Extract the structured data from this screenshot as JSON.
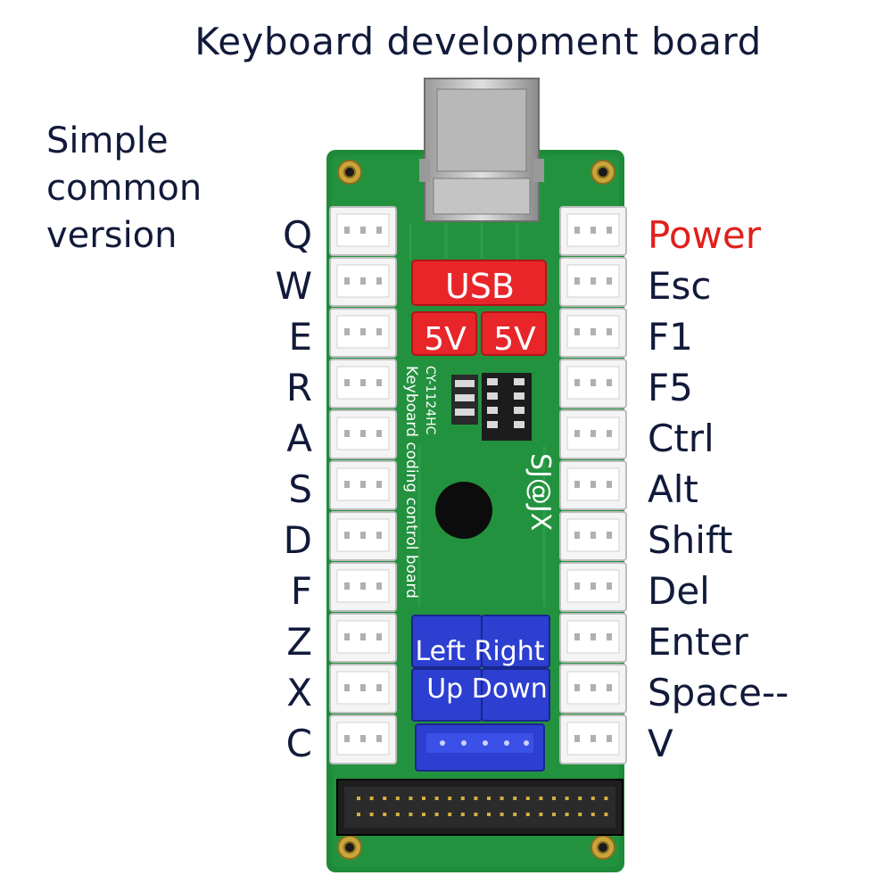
{
  "title": "Keyboard development board",
  "subtitle": [
    "Simple",
    "common",
    "version"
  ],
  "left_labels": [
    "Q",
    "W",
    "E",
    "R",
    "A",
    "S",
    "D",
    "F",
    "Z",
    "X",
    "C"
  ],
  "right_labels": [
    "Power",
    "Esc",
    "F1",
    "F5",
    "Ctrl",
    "Alt",
    "Shift",
    "Del",
    "Enter",
    "Space--",
    "V"
  ],
  "board": {
    "usb_label": "USB",
    "v5_left": "5V",
    "v5_right": "5V",
    "model": "CY-1124HC",
    "description": "Keyboard coding control board",
    "brand": "SJ@JX",
    "dir_line1": "Left Right",
    "dir_line2": "Up Down"
  },
  "colors": {
    "pcb": "#1f8a3a",
    "power": "#e0201c",
    "text": "#111a3a",
    "usb_red": "#e8262a",
    "dir_blue": "#2c3fd0"
  }
}
